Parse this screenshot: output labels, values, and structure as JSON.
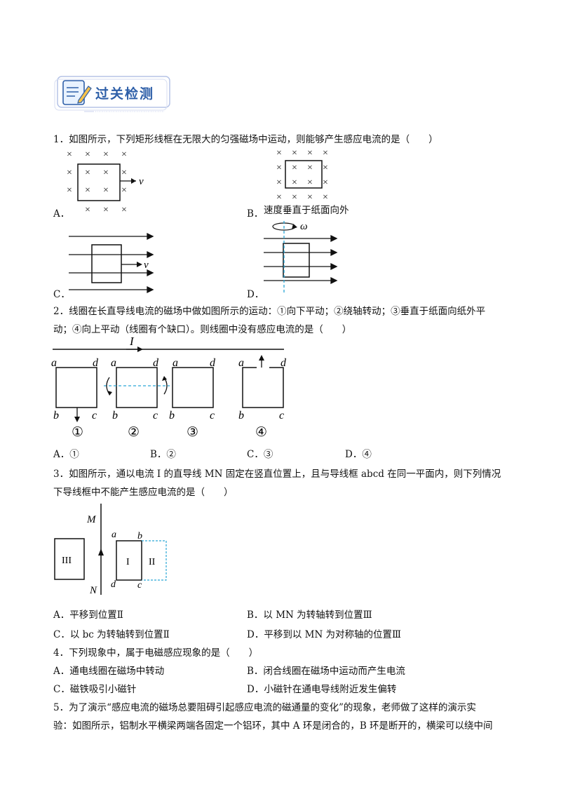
{
  "section_title": "过关检测",
  "questions": {
    "q1": {
      "stem": "1．如图所示，下列矩形线框在无限大的匀强磁场中运动，则能够产生感应电流的是（　　）",
      "options": [
        "A．",
        "B．",
        "C．",
        "D．"
      ],
      "fig_b_caption": "速度垂直于纸面向外",
      "label_v": "v",
      "label_omega": "ω"
    },
    "q2": {
      "stem_line1": "2．线圈在长直导线电流的磁场中做如图所示的运动：①向下平动；②绕轴转动；③垂直于纸面向纸外平",
      "stem_line2": "动；④向上平动（线圈有个缺口）。则线圈中没有感应电流的是（　　）",
      "label_current": "I",
      "corner_a": "a",
      "corner_b": "b",
      "corner_c": "c",
      "corner_d": "d",
      "fig_numbers": [
        "①",
        "②",
        "③",
        "④"
      ],
      "options": [
        "A．①",
        "B．②",
        "C．③",
        "D．④"
      ]
    },
    "q3": {
      "stem_line1": "3．如图所示，通以电流 I 的直导线 MN 固定在竖直位置上，且与导线框 abcd 在同一平面内，则下列情况",
      "stem_line2": "下导线框中不能产生感应电流的是（　　）",
      "label_M": "M",
      "label_N": "N",
      "label_a": "a",
      "label_b": "b",
      "label_c": "c",
      "label_d": "d",
      "pos_I": "I",
      "pos_II": "II",
      "pos_III": "III",
      "options": [
        "A．平移到位置Ⅱ",
        "B．以 MN 为转轴转到位置Ⅲ",
        "C．以 bc 为转轴转到位置Ⅱ",
        "D．平移到以 MN 为对称轴的位置Ⅲ"
      ]
    },
    "q4": {
      "stem": "4．下列现象中，属于电磁感应现象的是（　　）",
      "options": [
        "A．通电线圈在磁场中转动",
        "B．闭合线圈在磁场中运动而产生电流",
        "C．磁铁吸引小磁针",
        "D．小磁针在通电导线附近发生偏转"
      ]
    },
    "q5": {
      "stem_line1": "5．为了演示“感应电流的磁场总要阻碍引起感应电流的磁通量的变化”的现象，老师做了这样的演示实",
      "stem_line2": "验：如图所示，铝制水平横梁两端各固定一个铝环，其中 A 环是闭合的，B 环是断开的，横梁可以绕中间"
    }
  },
  "colors": {
    "banner_blue": "#2e5fa8",
    "axis_dashed": "#2aa6d6"
  }
}
